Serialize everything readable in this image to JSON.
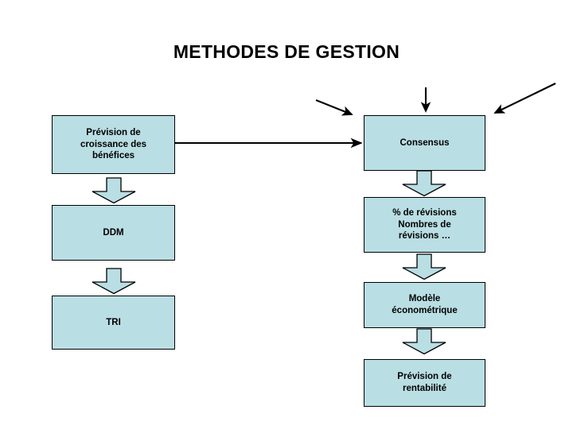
{
  "slide": {
    "title": "METHODES DE GESTION",
    "background_color": "#ffffff",
    "box_fill_color": "#b9dee3",
    "box_border_color": "#000000",
    "arrow_color": "#000000"
  },
  "left_column": {
    "name": "valuation-methods-column",
    "boxes": [
      {
        "id": "prevision-croissance-benefices",
        "label": "Prévision de\ncroissance des\nbénéfices"
      },
      {
        "id": "ddm",
        "label": "DDM"
      },
      {
        "id": "tri",
        "label": "TRI"
      }
    ]
  },
  "right_column": {
    "name": "consensus-forecast-column",
    "boxes": [
      {
        "id": "consensus",
        "label": "Consensus"
      },
      {
        "id": "revisions",
        "label": "%  de révisions\nNombres de\nrévisions …"
      },
      {
        "id": "modele-econometrique",
        "label": "Modèle\néconométrique"
      },
      {
        "id": "prevision-rentabilite",
        "label": "Prévision de\nrentabilité"
      }
    ]
  },
  "connectors": {
    "left_column_block_arrows": [
      {
        "id": "arrow-prevision-to-ddm"
      },
      {
        "id": "arrow-ddm-to-tri"
      }
    ],
    "right_column_block_arrows": [
      {
        "id": "arrow-consensus-to-revisions"
      },
      {
        "id": "arrow-revisions-to-modele"
      },
      {
        "id": "arrow-modele-to-prevision-rentabilite"
      }
    ],
    "cross_arrow": {
      "id": "arrow-prevision-to-consensus",
      "direction": "horizontal-right"
    },
    "inbound_arrows": [
      {
        "id": "inbound-arrow-left",
        "direction": "diagonal-down-right"
      },
      {
        "id": "inbound-arrow-center",
        "direction": "vertical-down"
      },
      {
        "id": "inbound-arrow-right",
        "direction": "diagonal-down-left"
      }
    ]
  }
}
